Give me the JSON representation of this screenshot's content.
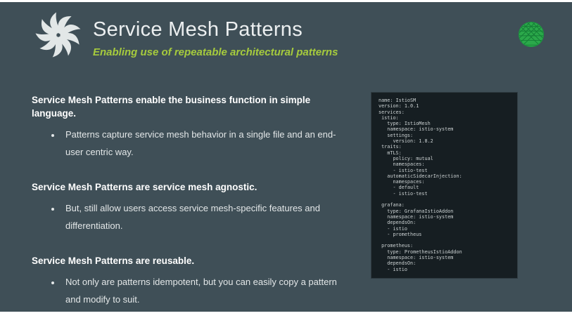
{
  "slide": {
    "title": "Service Mesh Patterns",
    "subtitle": "Enabling use of repeatable architectural patterns"
  },
  "sections": [
    {
      "heading": "Service Mesh Patterns enable the business function in simple language.",
      "bullets": [
        "Patterns capture service mesh behavior in a single file and an end-user centric way."
      ]
    },
    {
      "heading": "Service Mesh Patterns are service mesh agnostic.",
      "bullets": [
        "But, still allow users access service mesh-specific features and differentiation."
      ]
    },
    {
      "heading": "Service Mesh Patterns are reusable.",
      "bullets": [
        "Not only are patterns idempotent, but you can easily copy a pattern and modify to suit."
      ]
    }
  ],
  "code_block": {
    "language": "yaml",
    "content": "name: IstioSM\nversion: 1.0.1\nservices:\n istio:\n   type: IstioMesh\n   namespace: istio-system\n   settings:\n     version: 1.8.2\n traits:\n   mTLS:\n     policy: mutual\n     namespaces:\n     - istio-test\n   automaticSidecarInjection:\n     namespaces:\n     - default\n     - istio-test\n\n grafana:\n   type: GrafanaIstioAddon\n   namespace: istio-system\n   dependsOn:\n   - istio\n   - prometheus\n\n prometheus:\n   type: PrometheusIstioAddon\n   namespace: istio-system\n   dependsOn:\n   - istio"
  },
  "icons": {
    "logo": "swirl-pinwheel-logo",
    "brand": "meshery-green-mesh-logo"
  },
  "colors": {
    "slide_background": "#3f4f57",
    "code_background": "#161e22",
    "accent_green": "#a6cb3d",
    "brand_green": "#2ba84a",
    "heading_text": "#ffffff",
    "body_text": "#e3e7e8",
    "code_text": "#ccd2d3"
  }
}
